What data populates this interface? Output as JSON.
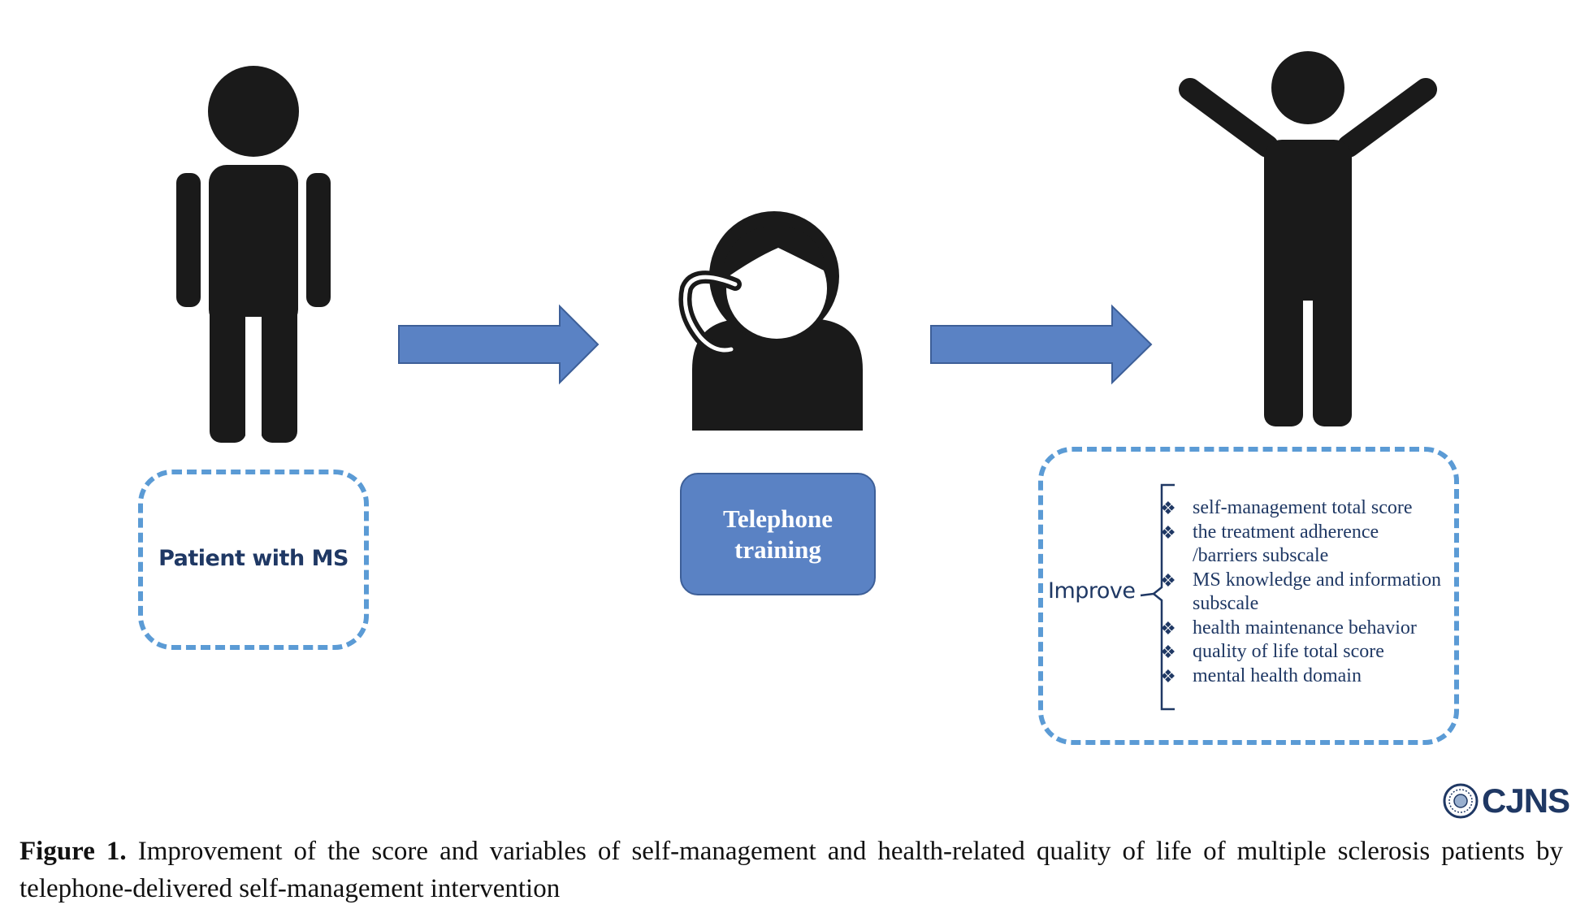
{
  "patient_box": {
    "label": "Patient with MS"
  },
  "training_box": {
    "line1": "Telephone",
    "line2": "training"
  },
  "improve": {
    "label": "Improve",
    "items": [
      [
        "self-management total score"
      ],
      [
        "the treatment adherence",
        "/barriers subscale"
      ],
      [
        "MS knowledge and information",
        "subscale"
      ],
      [
        "health maintenance behavior"
      ],
      [
        "quality of life total score"
      ],
      [
        "mental health domain"
      ]
    ],
    "bullet": "❖"
  },
  "logo": {
    "text": "CJNS"
  },
  "caption": {
    "label": "Figure 1.",
    "text": "Improvement of the score and variables of self-management and health-related quality of life of multiple sclerosis patients by telephone-delivered self-management intervention"
  },
  "colors": {
    "figure": "#1a1a1a",
    "arrow": "#5a82c4",
    "dashed_border": "#5b9bd5",
    "text_dark_blue": "#1f3864"
  }
}
